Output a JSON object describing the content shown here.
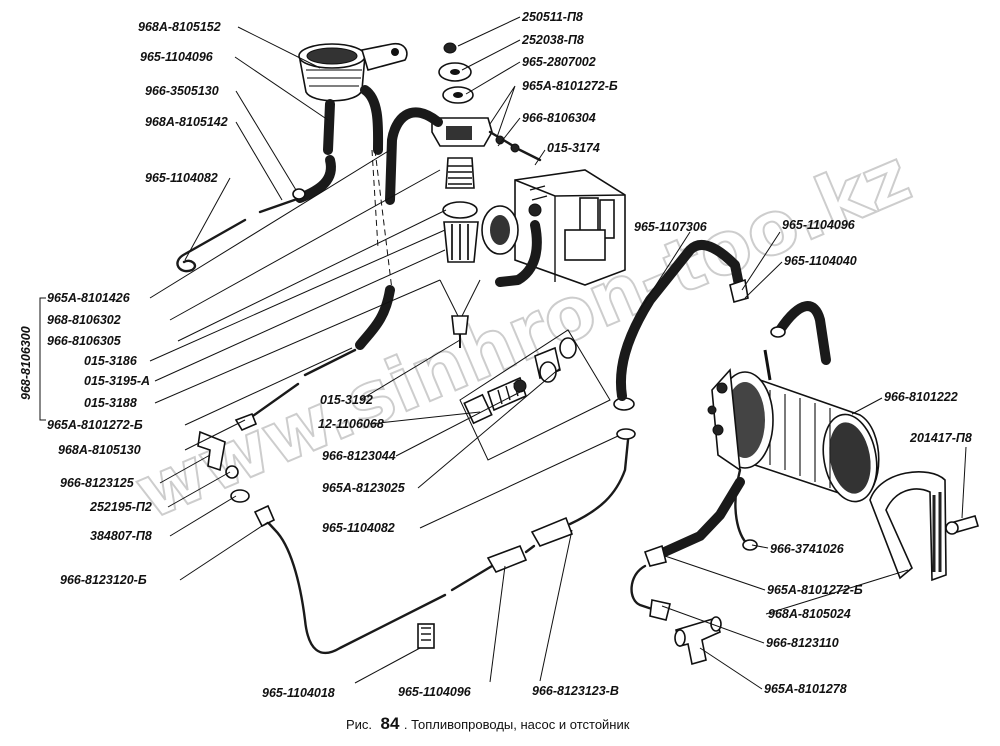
{
  "labels_left": [
    "968А-8105152",
    "965-1104096",
    "966-3505130",
    "968А-8105142",
    "965-1104082",
    "965А-8101426",
    "968-8106302",
    "966-8106305",
    "015-3186",
    "015-3195-А",
    "015-3188",
    "965А-8101272-Б",
    "968А-8105130",
    "966-8123125",
    "252195-П2",
    "384807-П8",
    "966-8123120-Б"
  ],
  "labels_top_right": [
    "250511-П8",
    "252038-П8",
    "965-2807002",
    "965А-8101272-Б",
    "966-8106304",
    "015-3174"
  ],
  "labels_center": [
    "015-3192",
    "12-1106068",
    "966-8123044",
    "965А-8123025",
    "965-1104082",
    "965-1107306"
  ],
  "labels_right": [
    "965-1104096",
    "965-1104040",
    "966-8101222",
    "201417-П8",
    "966-3741026",
    "965А-8101272-Б",
    "968А-8105024",
    "966-8123110",
    "965А-8101278"
  ],
  "labels_bottom": [
    "965-1104018",
    "965-1104096",
    "966-8123123-В"
  ],
  "group_label": "968-8106300",
  "caption": {
    "prefix": "Рис.",
    "number": "84",
    "text": ". Топливопроводы, насос и отстойник"
  },
  "watermark": "www.sinhron-too.kz"
}
